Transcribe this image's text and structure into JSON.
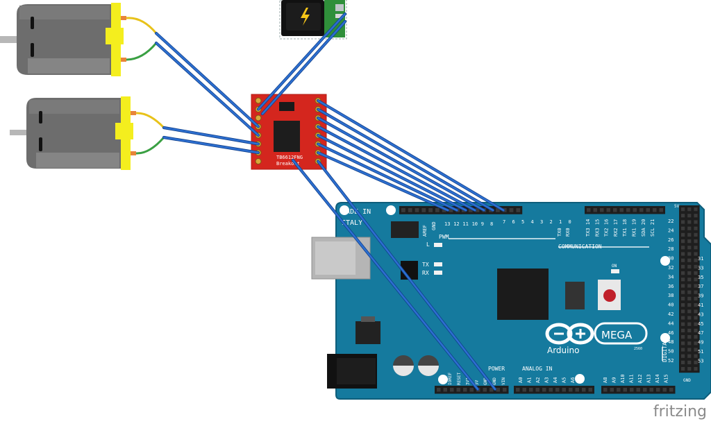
{
  "driver": {
    "part": "TB6612FNG",
    "label": "Breakout"
  },
  "arduino": {
    "made_in": "MADE IN",
    "italy": "ITALY",
    "logo": "Arduino",
    "model": "MEGA",
    "model_sub": "2560",
    "aref": "AREF",
    "gnd": "GND",
    "pwm": "PWM",
    "pwm_pins": [
      "13",
      "12",
      "11",
      "10",
      "9",
      "8",
      "7",
      "6",
      "5",
      "4",
      "3",
      "2",
      "1",
      "0"
    ],
    "l_led": "L",
    "tx_led": "TX",
    "rx_led": "RX",
    "on_led": "ON",
    "txrx_pins": [
      "TX0",
      "RX0"
    ],
    "comm_pins": [
      "TX3 14",
      "RX3 15",
      "TX2 16",
      "RX2 17",
      "TX1 18",
      "RX1 19",
      "SDA 20",
      "SCL 21"
    ],
    "communication": "COMMUNICATION",
    "power": "POWER",
    "power_pins": [
      "IOREF",
      "RESET",
      "3V3",
      "5V",
      "GND",
      "GND",
      "VIN"
    ],
    "analog_in": "ANALOG IN",
    "analog_pins": [
      "A0",
      "A1",
      "A2",
      "A3",
      "A4",
      "A5",
      "A6",
      "A7",
      "A8",
      "A9",
      "A10",
      "A11",
      "A12",
      "A13",
      "A14",
      "A15"
    ],
    "digital": "DIGITAL",
    "digital_left": [
      "22",
      "24",
      "26",
      "28",
      "30",
      "32",
      "34",
      "36",
      "38",
      "40",
      "42",
      "44",
      "46",
      "48",
      "50",
      "52"
    ],
    "digital_right": [
      "31",
      "33",
      "35",
      "37",
      "39",
      "41",
      "43",
      "45",
      "47",
      "49",
      "51",
      "53"
    ],
    "v5": "5V",
    "gnd_bottom": "GND"
  },
  "footer": {
    "brand": "fritzing"
  },
  "colors": {
    "board": "#157a9e",
    "driver": "#d4261e",
    "wire": "#2d6fd0",
    "motor_cap": "#f4ee1e"
  }
}
